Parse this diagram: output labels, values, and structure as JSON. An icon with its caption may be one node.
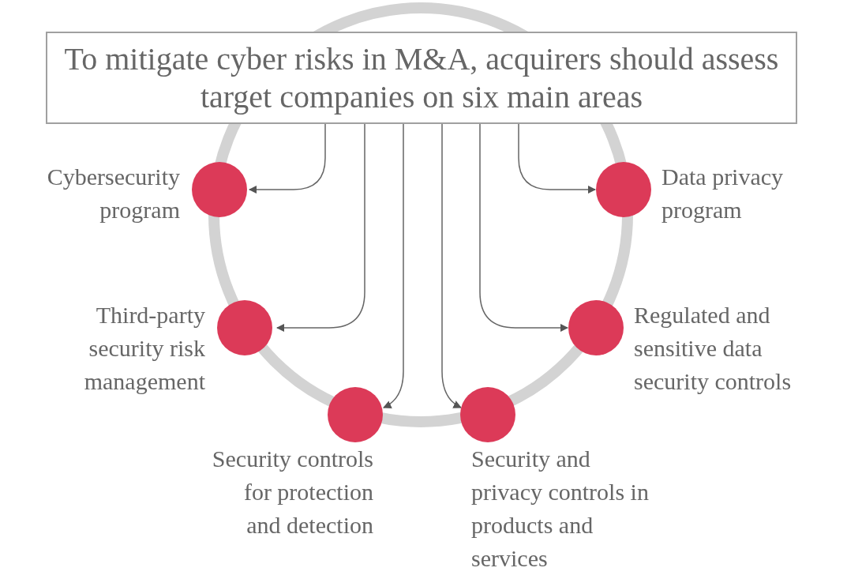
{
  "diagram": {
    "nodes": [
      {
        "text": [
          "To mitigate cyber risks in M&A, acquirers should assess target companies on six main areas"
        ]
      },
      {
        "text": [
          "Cybersecurity program"
        ]
      },
      {
        "text": [
          "Data privacy program"
        ]
      },
      {
        "text": [
          "Third-party security risk management"
        ]
      },
      {
        "text": [
          "Regulated and sensitive data security controls"
        ]
      },
      {
        "text": [
          "Security controls for protection and detection"
        ]
      },
      {
        "text": [
          "Security and privacy controls in products and services"
        ]
      }
    ],
    "edges": [
      {
        "from": 0,
        "to": 1,
        "arrow": "to"
      },
      {
        "from": 0,
        "to": 2,
        "arrow": "to"
      },
      {
        "from": 0,
        "to": 3,
        "arrow": "to"
      },
      {
        "from": 0,
        "to": 4,
        "arrow": "to"
      },
      {
        "from": 0,
        "to": 5,
        "arrow": "to"
      },
      {
        "from": 0,
        "to": 6,
        "arrow": "to"
      }
    ]
  }
}
